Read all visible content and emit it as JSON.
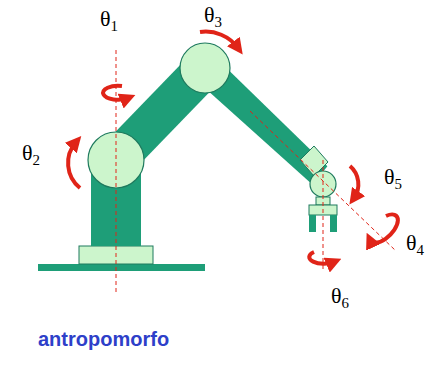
{
  "diagram": {
    "caption": "antropomorfo",
    "labels": [
      "θ1",
      "θ3",
      "θ2",
      "θ5",
      "θ4",
      "θ6"
    ]
  }
}
